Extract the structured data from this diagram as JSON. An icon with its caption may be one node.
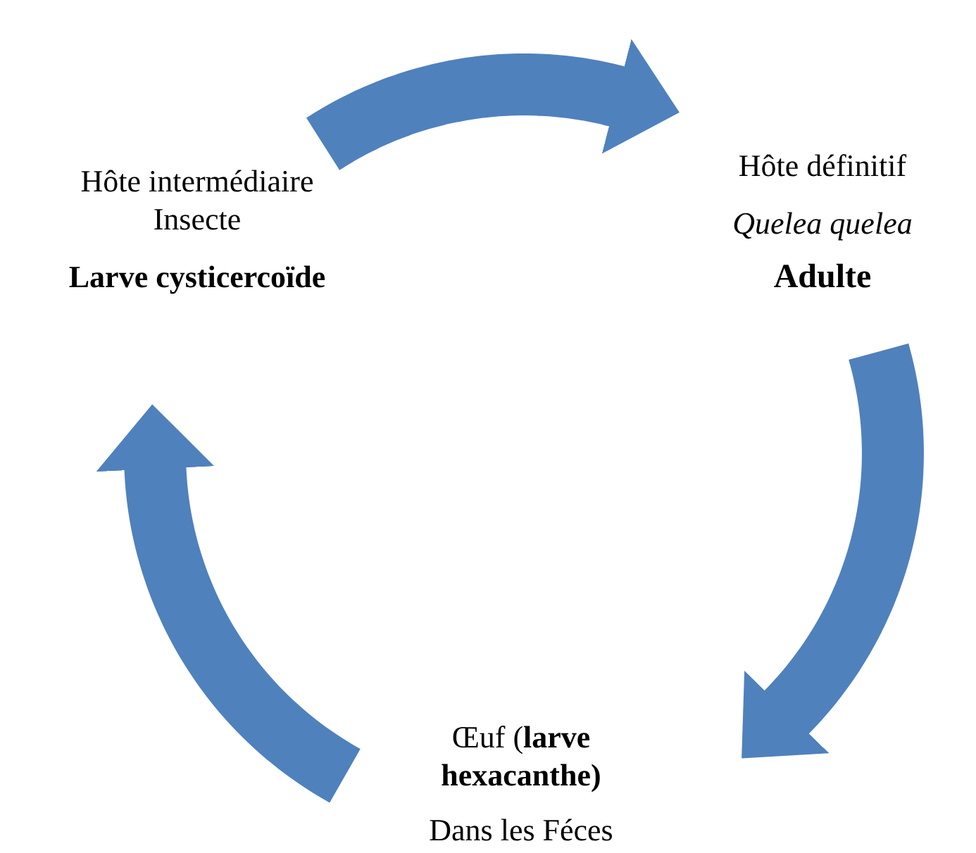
{
  "diagram": {
    "nodes": [
      {
        "text": [
          "Hôte intermédiaire Insecte",
          "Larve cysticercoïde"
        ]
      },
      {
        "text": [
          "Hôte définitif",
          "Quelea quelea",
          "Adulte"
        ]
      },
      {
        "text": [
          "Œuf (**larve hexacanthe)**",
          "Dans les Féces"
        ]
      }
    ],
    "edges": [
      {
        "from": 0,
        "to": 1,
        "arrow": "to"
      },
      {
        "from": 1,
        "to": 2,
        "arrow": "to"
      },
      {
        "from": 2,
        "to": 0,
        "arrow": "to"
      }
    ]
  }
}
